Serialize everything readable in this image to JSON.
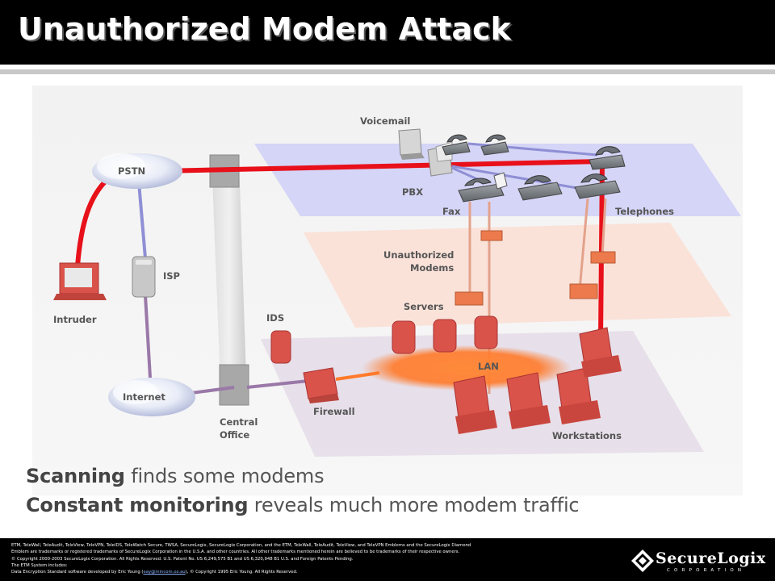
{
  "slide": {
    "title": "Unauthorized Modem Attack"
  },
  "diagram": {
    "labels": {
      "voicemail": "Voicemail",
      "pstn": "PSTN",
      "pbx": "PBX",
      "fax": "Fax",
      "telephones": "Telephones",
      "unauthorized_modems_line1": "Unauthorized",
      "unauthorized_modems_line2": "Modems",
      "isp": "ISP",
      "intruder": "Intruder",
      "servers": "Servers",
      "ids": "IDS",
      "lan": "LAN",
      "internet": "Internet",
      "central_office_line1": "Central",
      "central_office_line2": "Office",
      "firewall": "Firewall",
      "workstations": "Workstations"
    },
    "colors": {
      "phone_line": "#e8101a",
      "isp_line": "#8f8fd6",
      "internet_line": "#9a78a8",
      "modem_line": "#e3a28c",
      "voice_plane": "#cfcff7",
      "modem_plane": "#fbe0d6",
      "lan_plane": "#e5dde8",
      "device_red": "#d9534a",
      "modem_orange": "#ec7a4c"
    }
  },
  "bullets": [
    {
      "bold": "Scanning",
      "rest": " finds some modems"
    },
    {
      "bold": "Constant monitoring",
      "rest": " reveals much more modem traffic"
    }
  ],
  "footer": {
    "legal_lines": [
      "ETM, TeleWall, TeleAudit, TeleView, TeleVPN, TeleIDS, TeleWatch Secure, TWSA, SecureLogix, SecureLogix Corporation, and the ETM, TeleWall, TeleAudit, TeleView, and TeleVPN Emblems and the SecureLogix Diamond",
      "Emblem are trademarks or registered trademarks of SecureLogix Corporation in the U.S.A. and other countries. All other trademarks mentioned herein are believed to be trademarks of their respective owners.",
      "© Copyright 2000-2003 SecureLogix Corporation. All Rights Reserved. U.S. Patent No. US 6,249,575 B1 and US 6,320,948 B1 U.S. and Foreign Patents Pending.",
      "The ETM System includes:"
    ],
    "legal_last_prefix": "Data Encryption Standard software developed by Eric Young (",
    "legal_last_link": "eay@mincom.oz.au",
    "legal_last_suffix": "), © Copyright 1995 Eric Young. All Rights Reserved.",
    "logo_text": "SecureLogix",
    "logo_sub": "CORPORATION"
  }
}
